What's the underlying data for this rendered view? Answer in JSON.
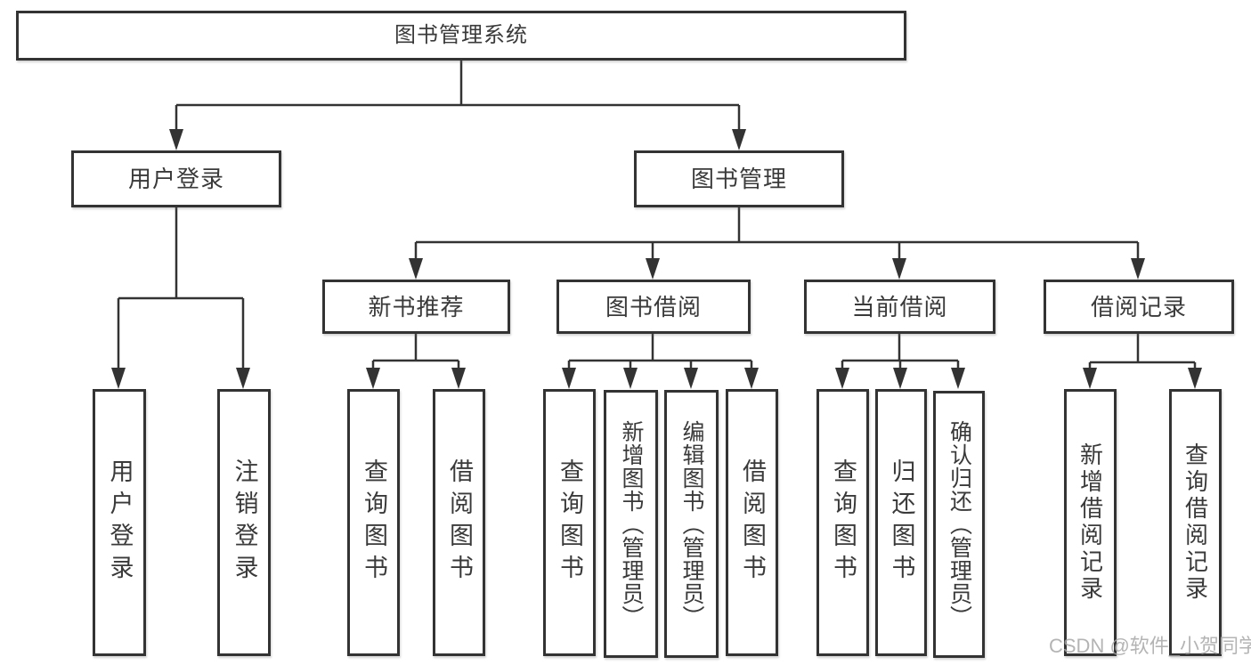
{
  "colors": {
    "line": "#333333",
    "text": "#3a3a3a",
    "background": "#ffffff",
    "watermark": "#a8a8a8"
  },
  "watermark": {
    "text": "CSDN @软件_小贺同学"
  },
  "nodes": {
    "root": {
      "label": "图书管理系统"
    },
    "level2": [
      {
        "id": "user-login",
        "label": "用户登录"
      },
      {
        "id": "book-management",
        "label": "图书管理"
      }
    ],
    "level3": [
      {
        "id": "new-book-recommend",
        "parent": "book-management",
        "label": "新书推荐"
      },
      {
        "id": "book-borrow",
        "parent": "book-management",
        "label": "图书借阅"
      },
      {
        "id": "current-borrow",
        "parent": "book-management",
        "label": "当前借阅"
      },
      {
        "id": "borrow-records",
        "parent": "book-management",
        "label": "借阅记录"
      }
    ],
    "leaves": [
      {
        "parent": "user-login",
        "label": "用户登录"
      },
      {
        "parent": "user-login",
        "label": "注销登录"
      },
      {
        "parent": "new-book-recommend",
        "label": "查询图书"
      },
      {
        "parent": "new-book-recommend",
        "label": "借阅图书"
      },
      {
        "parent": "book-borrow",
        "label": "查询图书"
      },
      {
        "parent": "book-borrow",
        "label": "新增图书（管理员）"
      },
      {
        "parent": "book-borrow",
        "label": "编辑图书（管理员）"
      },
      {
        "parent": "book-borrow",
        "label": "借阅图书"
      },
      {
        "parent": "current-borrow",
        "label": "查询图书"
      },
      {
        "parent": "current-borrow",
        "label": "归还图书"
      },
      {
        "parent": "current-borrow",
        "label": "确认归还（管理员）"
      },
      {
        "parent": "borrow-records",
        "label": "新增借阅记录"
      },
      {
        "parent": "borrow-records",
        "label": "查询借阅记录"
      }
    ]
  }
}
